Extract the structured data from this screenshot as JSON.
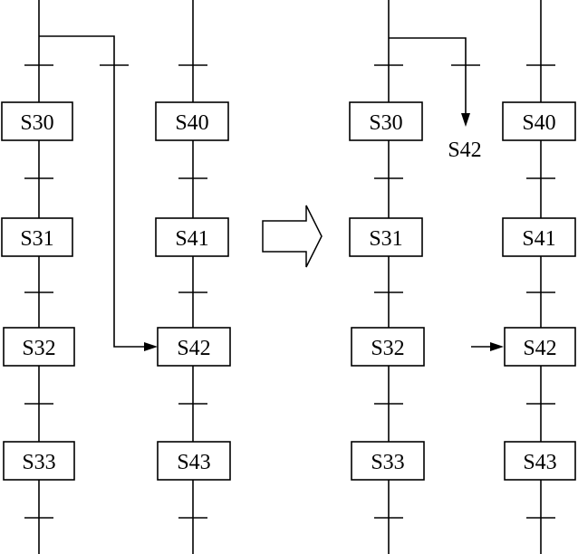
{
  "left_panel": {
    "column_a": [
      "S30",
      "S31",
      "S32",
      "S33"
    ],
    "column_b": [
      "S40",
      "S41",
      "S42",
      "S43"
    ],
    "jump_target": "S42"
  },
  "right_panel": {
    "column_a": [
      "S30",
      "S31",
      "S32",
      "S33"
    ],
    "column_b": [
      "S40",
      "S41",
      "S42",
      "S43"
    ],
    "jump_label": "S42"
  }
}
